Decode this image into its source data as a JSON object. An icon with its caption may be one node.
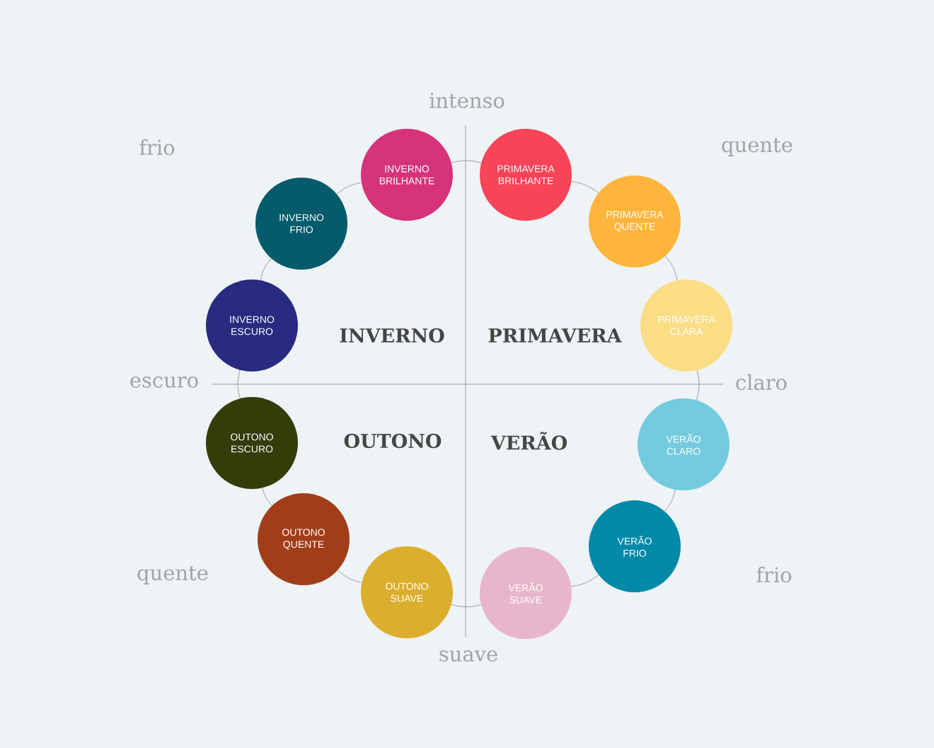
{
  "diagram": {
    "nodes": [
      {
        "text": [
          "INVERNO BRILHANTE"
        ]
      },
      {
        "text": [
          "PRIMAVERA BRILHANTE"
        ]
      },
      {
        "text": [
          "INVERNO FRIO"
        ]
      },
      {
        "text": [
          "PRIMAVERA QUENTE"
        ]
      },
      {
        "text": [
          "INVERNO ESCURO"
        ]
      },
      {
        "text": [
          "PRIMAVERA CLARA"
        ]
      },
      {
        "text": [
          "OUTONO ESCURO"
        ]
      },
      {
        "text": [
          "VERÃO CLARO"
        ]
      },
      {
        "text": [
          "OUTONO QUENTE"
        ]
      },
      {
        "text": [
          "VERÃO FRIO"
        ]
      },
      {
        "text": [
          "OUTONO SUAVE"
        ]
      },
      {
        "text": [
          "VERÃO SUAVE"
        ]
      }
    ],
    "edges": [
      {
        "from": 1,
        "to": 3,
        "arrow": "none"
      },
      {
        "from": 3,
        "to": 5,
        "arrow": "none"
      },
      {
        "from": 5,
        "to": 7,
        "arrow": "none"
      },
      {
        "from": 7,
        "to": 9,
        "arrow": "none"
      },
      {
        "from": 9,
        "to": 11,
        "arrow": "none"
      },
      {
        "from": 11,
        "to": 10,
        "arrow": "none"
      },
      {
        "from": 10,
        "to": 8,
        "arrow": "none"
      },
      {
        "from": 8,
        "to": 6,
        "arrow": "none"
      },
      {
        "from": 6,
        "to": 4,
        "arrow": "none"
      },
      {
        "from": 4,
        "to": 2,
        "arrow": "none"
      },
      {
        "from": 2,
        "to": 0,
        "arrow": "none"
      },
      {
        "from": 0,
        "to": 1,
        "arrow": "none"
      }
    ],
    "labels": [
      "intenso",
      "frio",
      "quente",
      "INVERNO",
      "PRIMAVERA",
      "escuro",
      "claro",
      "OUTONO",
      "VERÃO",
      "quente",
      "frio",
      "suave"
    ]
  }
}
